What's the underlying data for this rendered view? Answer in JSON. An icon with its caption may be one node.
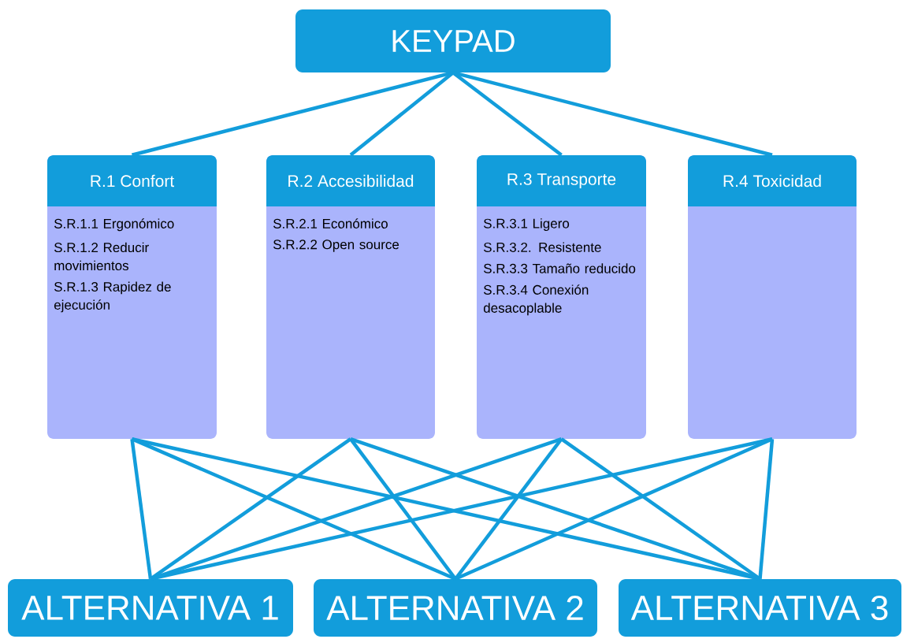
{
  "diagram": {
    "nodes": [
      {
        "text": [
          "KEYPAD"
        ]
      },
      {
        "text": [
          "R.1 Confort",
          "S.R.1.1 Ergonómico",
          "S.R.1.2 Reducir movimientos",
          "S.R.1.3 Rapidez de ejecución"
        ]
      },
      {
        "text": [
          "R.2 Accesibilidad",
          "S.R.2.1 Económico",
          "S.R.2.2 Open source"
        ]
      },
      {
        "text": [
          "R.3 Transporte",
          "S.R.3.1 Ligero",
          "S.R.3.2. Resistente",
          "S.R.3.3 Tamaño reducido",
          "S.R.3.4 Conexión desacoplable"
        ]
      },
      {
        "text": [
          "R.4 Toxicidad"
        ]
      },
      {
        "text": [
          "ALTERNATIVA 1"
        ]
      },
      {
        "text": [
          "ALTERNATIVA 2"
        ]
      },
      {
        "text": [
          "ALTERNATIVA 3"
        ]
      }
    ],
    "edges": [
      {
        "from": 0,
        "to": 1,
        "arrow": "none"
      },
      {
        "from": 0,
        "to": 2,
        "arrow": "none"
      },
      {
        "from": 0,
        "to": 3,
        "arrow": "none"
      },
      {
        "from": 0,
        "to": 4,
        "arrow": "none"
      },
      {
        "from": 1,
        "to": 5,
        "arrow": "none"
      },
      {
        "from": 1,
        "to": 6,
        "arrow": "none"
      },
      {
        "from": 1,
        "to": 7,
        "arrow": "none"
      },
      {
        "from": 2,
        "to": 5,
        "arrow": "none"
      },
      {
        "from": 2,
        "to": 6,
        "arrow": "none"
      },
      {
        "from": 2,
        "to": 7,
        "arrow": "none"
      },
      {
        "from": 3,
        "to": 5,
        "arrow": "none"
      },
      {
        "from": 3,
        "to": 6,
        "arrow": "none"
      },
      {
        "from": 3,
        "to": 7,
        "arrow": "none"
      },
      {
        "from": 4,
        "to": 5,
        "arrow": "none"
      },
      {
        "from": 4,
        "to": 6,
        "arrow": "none"
      },
      {
        "from": 4,
        "to": 7,
        "arrow": "none"
      }
    ]
  }
}
